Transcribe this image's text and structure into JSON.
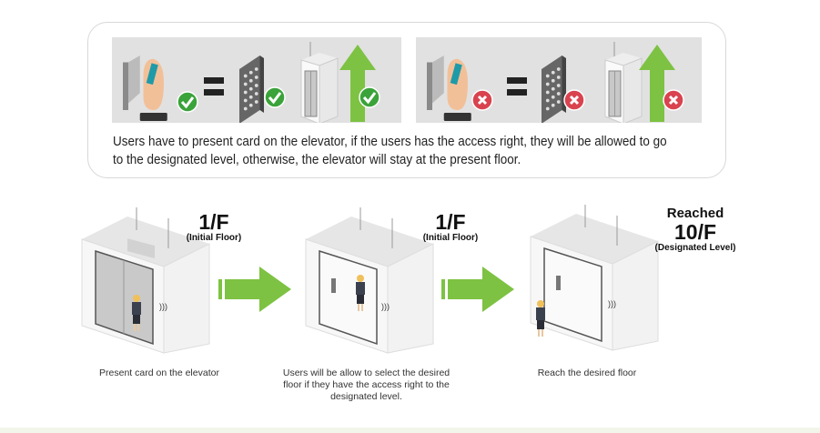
{
  "summary": {
    "granted_icons": [
      "card-reader-icon",
      "equals-icon",
      "keypad-icon",
      "elevator-up-icon",
      "check-icon"
    ],
    "denied_icons": [
      "card-reader-icon",
      "equals-icon",
      "keypad-icon",
      "elevator-up-icon",
      "cross-icon"
    ],
    "description": "Users have to present card on the elevator, if the users has the access right, they will be allowed to go to the designated level, otherwise,  the elevator will stay at the present floor."
  },
  "steps": [
    {
      "floor": "1/F",
      "floor_note": "(Initial Floor)",
      "caption": "Present card on the elevator"
    },
    {
      "floor": "1/F",
      "floor_note": "(Initial Floor)",
      "caption": "Users will be allow to select the desired floor if they have the access right to the designated level."
    },
    {
      "prefix": "Reached",
      "floor": "10/F",
      "floor_note": "(Designated Level)",
      "caption": "Reach the desired floor"
    }
  ],
  "colors": {
    "arrow": "#7dc242",
    "check": "#3aa33a",
    "cross": "#d9434f",
    "panel": "#e1e1e1"
  }
}
